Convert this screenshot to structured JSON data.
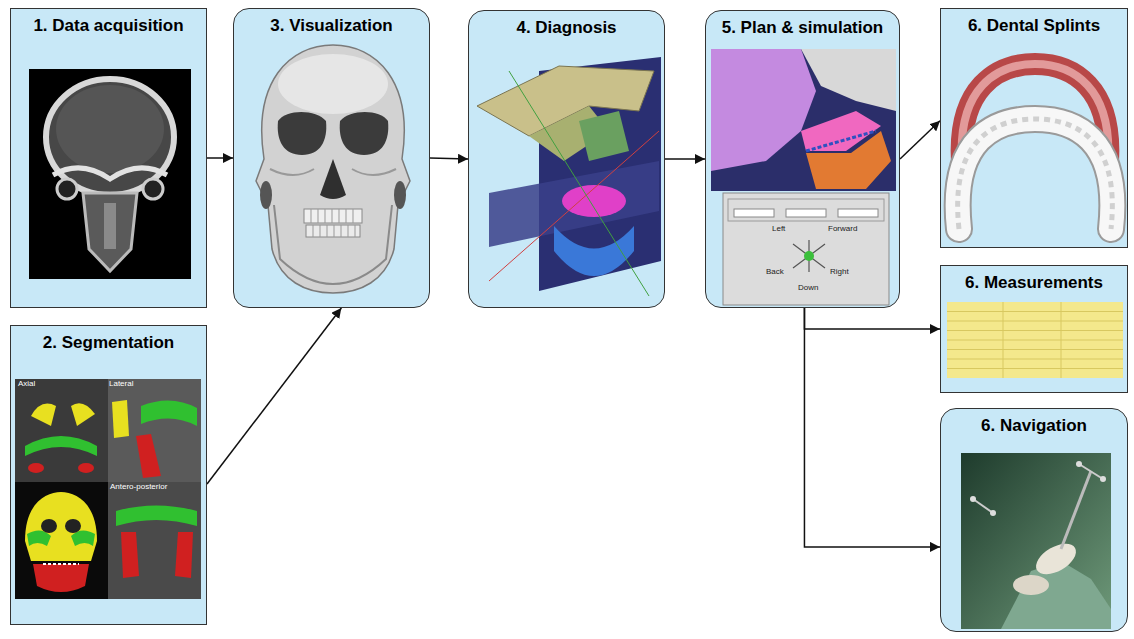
{
  "diagram": {
    "nodes": [
      {
        "text": [
          "1. Data acquisition"
        ]
      },
      {
        "text": [
          "2. Segmentation"
        ]
      },
      {
        "text": [
          "3. Visualization"
        ]
      },
      {
        "text": [
          "4. Diagnosis"
        ]
      },
      {
        "text": [
          "5. Plan & simulation"
        ]
      },
      {
        "text": [
          "6. Dental Splints"
        ]
      },
      {
        "text": [
          "6. Measurements"
        ]
      },
      {
        "text": [
          "6. Navigation"
        ]
      }
    ],
    "edges": [
      {
        "from": 0,
        "to": 2,
        "arrow": "to"
      },
      {
        "from": 1,
        "to": 2,
        "arrow": "to"
      },
      {
        "from": 2,
        "to": 3,
        "arrow": "to"
      },
      {
        "from": 3,
        "to": 4,
        "arrow": "to"
      },
      {
        "from": 4,
        "to": 5,
        "arrow": "to"
      },
      {
        "from": 4,
        "to": 6,
        "arrow": "to"
      },
      {
        "from": 4,
        "to": 7,
        "arrow": "to"
      }
    ],
    "labels": [
      "Axial",
      "Lateral",
      "Antero-posterior",
      "Left",
      "Forward",
      "Back",
      "Right",
      "Down"
    ]
  }
}
